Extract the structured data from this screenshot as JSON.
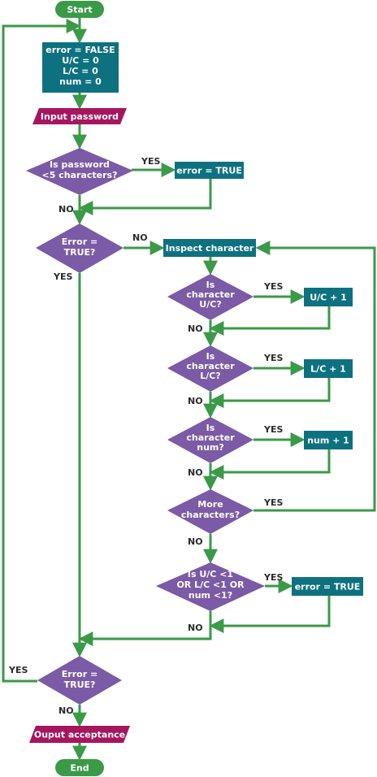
{
  "colors": {
    "terminal": "#3a9a47",
    "process": "#0d7180",
    "io": "#a5165e",
    "decision": "#7b5aa6",
    "arrow": "#3a9a47",
    "label_text": "#2b2b2b"
  },
  "nodes": {
    "start": "Start",
    "init": [
      "error = FALSE",
      "U/C = 0",
      "L/C = 0",
      "num = 0"
    ],
    "input_password": "Input password",
    "check_length": [
      "Is password",
      "<5 characters?"
    ],
    "error_true_1": "error = TRUE",
    "error_check_1": [
      "Error =",
      "TRUE?"
    ],
    "inspect_character": "Inspect character",
    "is_uc": [
      "Is",
      "character",
      "U/C?"
    ],
    "uc_inc": "U/C + 1",
    "is_lc": [
      "Is",
      "character",
      "L/C?"
    ],
    "lc_inc": "L/C + 1",
    "is_num": [
      "Is",
      "character",
      "num?"
    ],
    "num_inc": "num + 1",
    "more_chars": [
      "More",
      "characters?"
    ],
    "counts_check": [
      "Is U/C <1",
      "OR L/C <1 OR",
      "num <1?"
    ],
    "error_true_2": "error = TRUE",
    "error_check_2": [
      "Error =",
      "TRUE?"
    ],
    "output_acceptance": "Ouput acceptance",
    "end": "End"
  },
  "edge_labels": {
    "yes": "YES",
    "no": "NO"
  }
}
